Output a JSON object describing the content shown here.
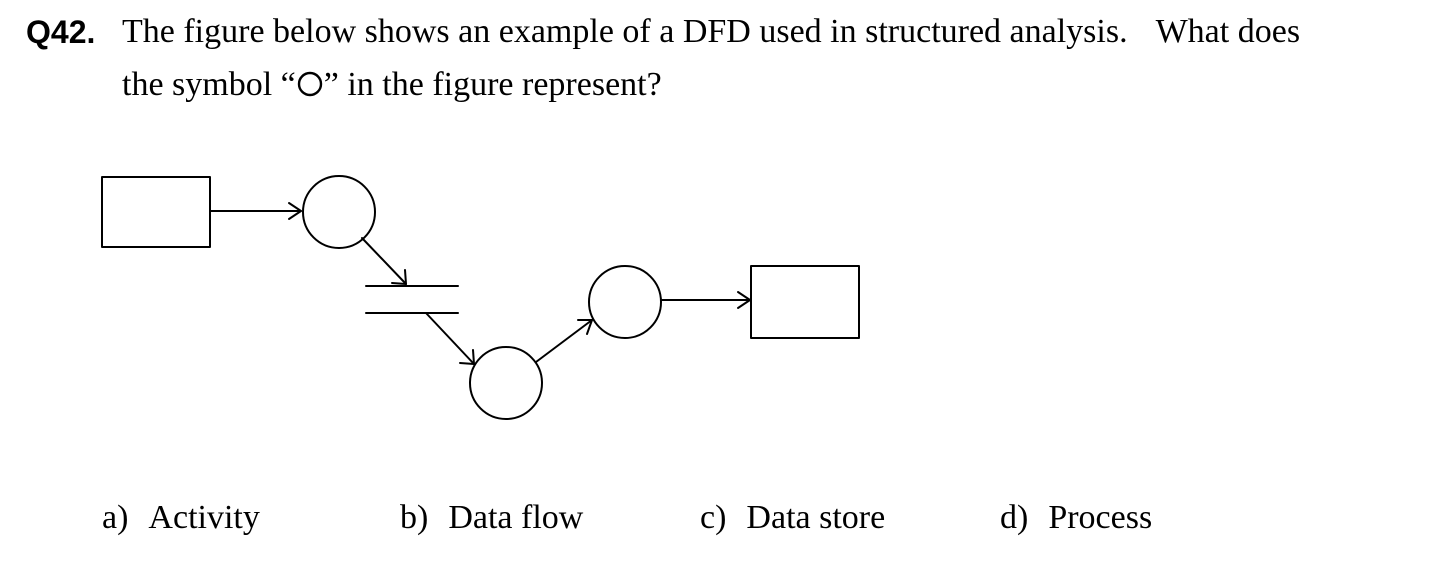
{
  "question": {
    "number": "Q42.",
    "line1_text": "The figure below shows an example of a DFD used in structured analysis.",
    "line1_followup": "What does",
    "line2_before_symbol": "the symbol “",
    "line2_after_symbol": "” in the figure represent?"
  },
  "diagram": {
    "stroke_color": "#000000",
    "fill_color": "#ffffff"
  },
  "options": [
    {
      "letter": "a)",
      "text": "Activity"
    },
    {
      "letter": "b)",
      "text": "Data flow"
    },
    {
      "letter": "c)",
      "text": "Data store"
    },
    {
      "letter": "d)",
      "text": "Process"
    }
  ]
}
